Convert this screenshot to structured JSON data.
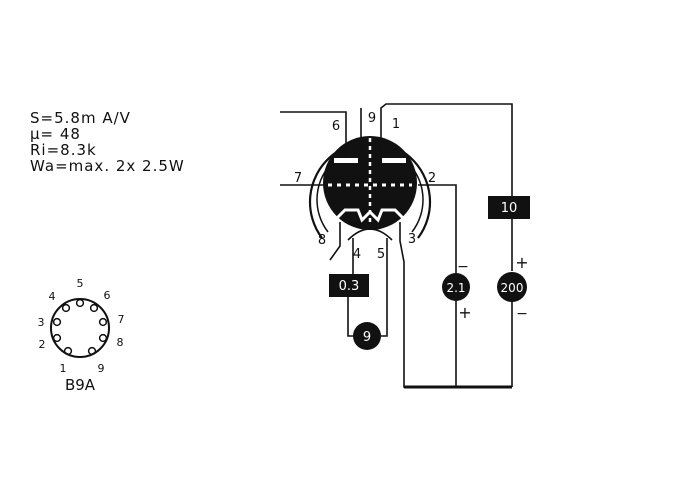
{
  "specs": {
    "s": "S=5.8m A/V",
    "mu": "µ= 48",
    "ri": "Ri=8.3k",
    "wa": "Wa=max. 2x 2.5W"
  },
  "base": {
    "name": "B9A",
    "pins": [
      "1",
      "2",
      "3",
      "4",
      "5",
      "6",
      "7",
      "8",
      "9"
    ]
  },
  "tube": {
    "pins": [
      "1",
      "2",
      "3",
      "4",
      "5",
      "6",
      "7",
      "8",
      "9"
    ]
  },
  "supplies": {
    "filament_current": "0.3",
    "filament_voltage": "9",
    "grid_bias": "2.1",
    "anode_voltage": "200",
    "anode_current": "10",
    "plus": "+",
    "minus": "−"
  },
  "colors": {
    "ink": "#111111",
    "paper": "#ffffff"
  }
}
